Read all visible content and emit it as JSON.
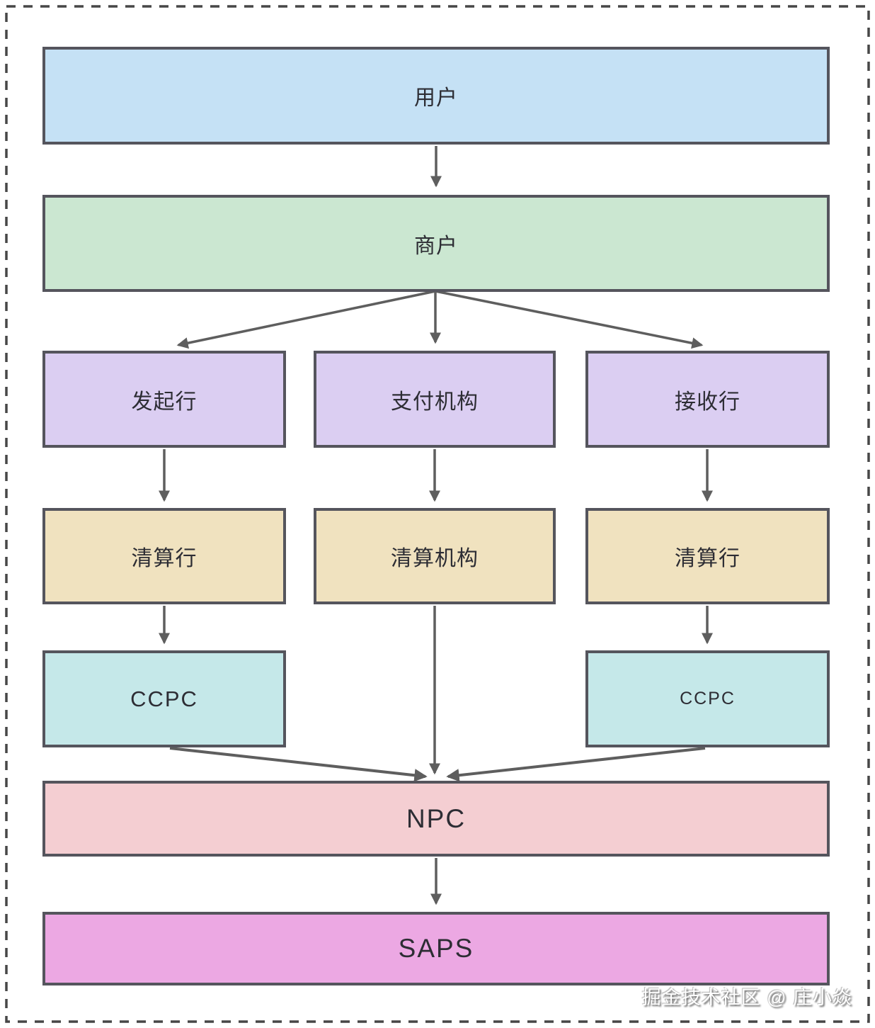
{
  "nodes": {
    "user": {
      "id": "user",
      "label": "用户",
      "fill": "#c5e1f5"
    },
    "merchant": {
      "id": "merchant",
      "label": "商户",
      "fill": "#cbe7d1"
    },
    "initiating_bank": {
      "id": "initiating_bank",
      "label": "发起行",
      "fill": "#dbcef2"
    },
    "payment_institution": {
      "id": "payment_institution",
      "label": "支付机构",
      "fill": "#dbcef2"
    },
    "receiving_bank": {
      "id": "receiving_bank",
      "label": "接收行",
      "fill": "#dbcef2"
    },
    "clearing_bank_left": {
      "id": "clearing_bank_left",
      "label": "清算行",
      "fill": "#f0e2bf"
    },
    "clearing_institution": {
      "id": "clearing_institution",
      "label": "清算机构",
      "fill": "#f0e2bf"
    },
    "clearing_bank_right": {
      "id": "clearing_bank_right",
      "label": "清算行",
      "fill": "#f0e2bf"
    },
    "ccpc_left": {
      "id": "ccpc_left",
      "label": "CCPC",
      "fill": "#c5e8e9"
    },
    "ccpc_right": {
      "id": "ccpc_right",
      "label": "CCPC",
      "fill": "#c5e8e9"
    },
    "npc": {
      "id": "npc",
      "label": "NPC",
      "fill": "#f4ced2"
    },
    "saps": {
      "id": "saps",
      "label": "SAPS",
      "fill": "#eca8e3"
    }
  },
  "edges": [
    {
      "from": "user",
      "to": "merchant"
    },
    {
      "from": "merchant",
      "to": "initiating_bank"
    },
    {
      "from": "merchant",
      "to": "payment_institution"
    },
    {
      "from": "merchant",
      "to": "receiving_bank"
    },
    {
      "from": "initiating_bank",
      "to": "clearing_bank_left"
    },
    {
      "from": "payment_institution",
      "to": "clearing_institution"
    },
    {
      "from": "receiving_bank",
      "to": "clearing_bank_right"
    },
    {
      "from": "clearing_bank_left",
      "to": "ccpc_left"
    },
    {
      "from": "clearing_bank_right",
      "to": "ccpc_right"
    },
    {
      "from": "clearing_institution",
      "to": "npc"
    },
    {
      "from": "ccpc_left",
      "to": "npc"
    },
    {
      "from": "ccpc_right",
      "to": "npc"
    },
    {
      "from": "npc",
      "to": "saps"
    }
  ],
  "watermark": {
    "text": "掘金技术社区 @ 庄小焱"
  },
  "style": {
    "node_border_color": "#55555d",
    "arrow_color": "#5e5e5e",
    "text_color": "#2d2d34",
    "outer_dashed_border_color": "#474747",
    "background": "#ffffff"
  }
}
